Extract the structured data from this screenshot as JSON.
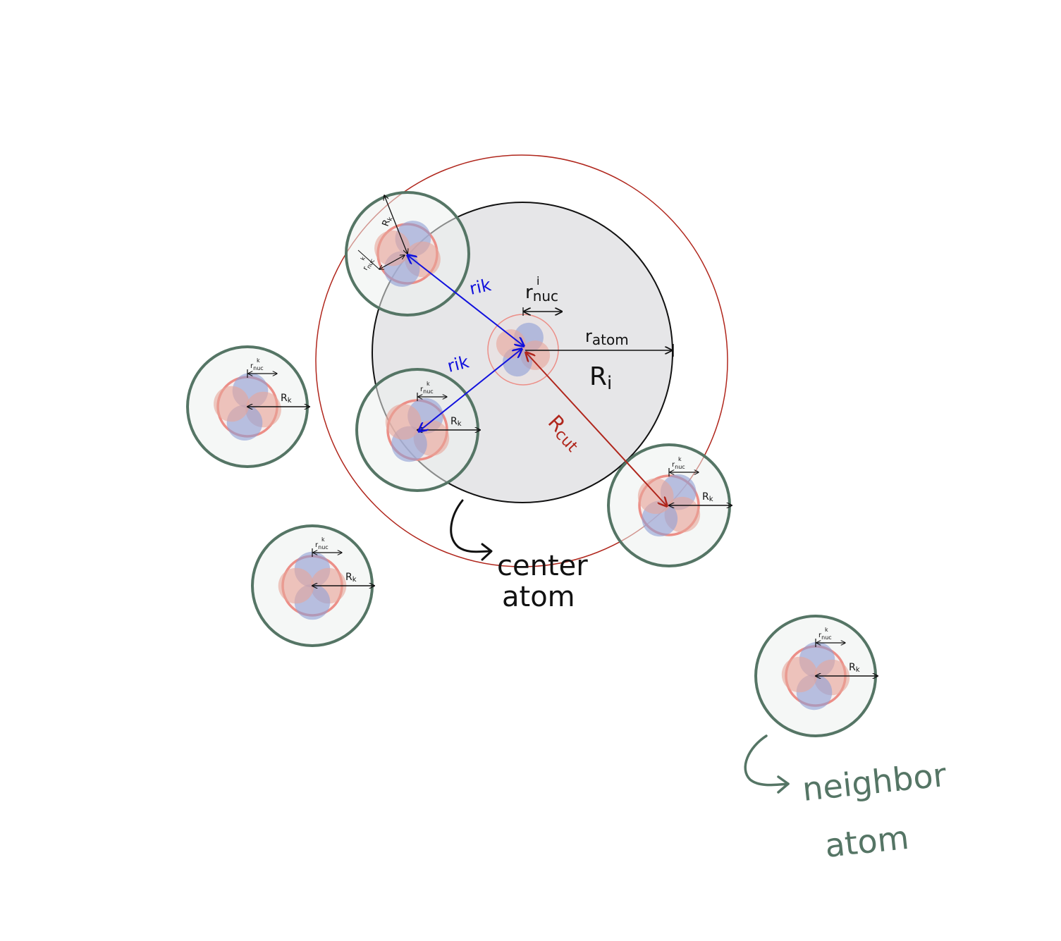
{
  "colors": {
    "center_fill": "#e6e6e8",
    "center_stroke": "#111111",
    "cutoff_circle": "#b0261c",
    "neighbor_fill": "#edf1ef",
    "neighbor_stroke": "#557565",
    "nucleus_ring": "#ec8e87",
    "orbital_blue": "#8d9fd6",
    "orbital_red": "#e8a59a",
    "r_ik_arrow": "#1111dd",
    "r_cut_arrow": "#b0261c",
    "neighbor_label": "#557565"
  },
  "labels": {
    "r_ik_1": "rik",
    "r_ik_2": "rik",
    "r_nuc_i_main": "r",
    "r_nuc_i_sub": "nuc",
    "r_nuc_i_sup": "i",
    "r_atom_main": "r",
    "r_atom_sub": "atom",
    "R_i_main": "R",
    "R_i_sub": "i",
    "R_cut_main": "R",
    "R_cut_sub": "cut",
    "center_atom_line1": "center",
    "center_atom_line2": "atom",
    "neighbor_atom_line1": "neighbor",
    "neighbor_atom_line2": "atom",
    "nb_R_main": "R",
    "nb_R_sub": "k",
    "nb_rnuc_main": "r",
    "nb_rnuc_sub": "nuc",
    "nb_rnuc_sup": "k"
  }
}
